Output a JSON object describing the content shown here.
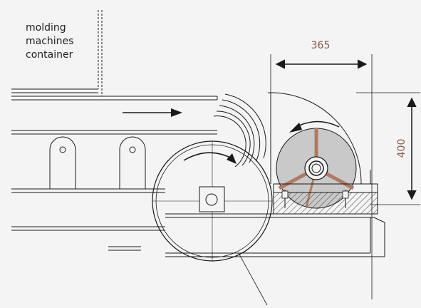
{
  "container_label": [
    "molding",
    "machines",
    "container"
  ],
  "dimensions": {
    "width": "365",
    "height": "400"
  },
  "colors": {
    "background": "#f4f4f4",
    "line": "#1a1a1a",
    "dimension_text": "#8a5a4a",
    "accent": "#b07a62",
    "highlight_disc": "#c9c9c9"
  }
}
